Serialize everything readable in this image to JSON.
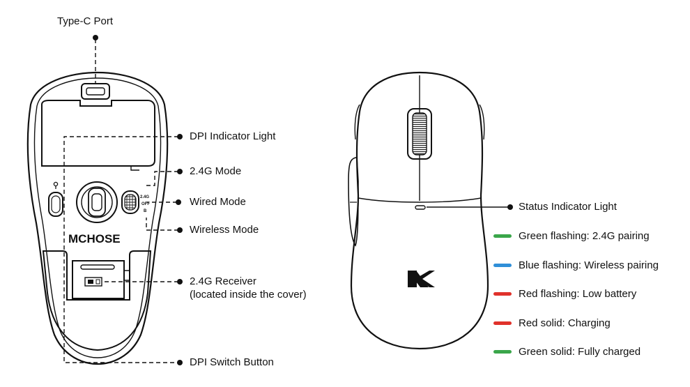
{
  "bottom_view": {
    "brand": "MCHOSE",
    "switch_labels": {
      "top": "2.4G",
      "mid": "OFF",
      "bot": "B"
    },
    "callouts": {
      "type_c_port": "Type-C Port",
      "dpi_indicator": "DPI Indicator Light",
      "mode_24g": "2.4G Mode",
      "wired_mode": "Wired Mode",
      "wireless_mode": "Wireless Mode",
      "receiver_line1": "2.4G Receiver",
      "receiver_line2": "(located inside the cover)",
      "dpi_switch": "DPI Switch Button"
    }
  },
  "top_view": {
    "status_indicator": "Status Indicator Light",
    "legend": [
      {
        "text": "Green flashing: 2.4G pairing",
        "color": "#3aa64a"
      },
      {
        "text": "Blue flashing: Wireless pairing",
        "color": "#2f8fd8"
      },
      {
        "text": "Red flashing: Low battery",
        "color": "#e0322b"
      },
      {
        "text": "Red solid: Charging",
        "color": "#e0322b"
      },
      {
        "text": "Green solid: Fully charged",
        "color": "#3aa64a"
      }
    ]
  }
}
